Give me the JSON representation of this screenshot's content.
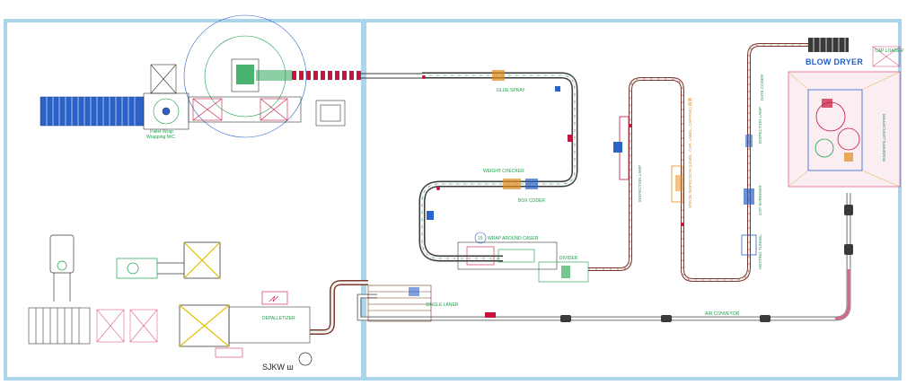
{
  "drawing": {
    "colors": {
      "frame": "#5aa9d6",
      "conveyor_dark": "#3a3a3a",
      "conveyor_red": "#c8143c",
      "conveyor_blue": "#2a62c8",
      "conveyor_green": "#1aa04a",
      "conveyor_orange": "#e08a1a",
      "conveyor_pink": "#e0608c",
      "label_green": "#1aa04a",
      "label_blue": "#1e5fc8"
    },
    "labels": {
      "pallet_wrap": "Pallet Wrap",
      "wrapping_mc": "Wrapping M/C",
      "glue_spray": "GLUE SPRAY",
      "weight_checker": "WEIGHT CHECKER",
      "box_coder": "BOX CODER",
      "wrap_around_caser_num": "15",
      "wrap_around_caser": "WRAP AROUND CASER",
      "divider": "DIVIDER",
      "single_laner": "SINGLE LANER",
      "air_conveyor": "AIR CONVEYOR",
      "depalletizer": "DEPALLETIZER",
      "blow_dryer": "BLOW DRYER",
      "cap_loader": "CAP LOADER",
      "date_coder": "DATE CODER",
      "inspection_lamp_right": "INSPECTION LAMP",
      "cap_shrinker": "CAP SHRINKER",
      "heating_tunnel": "HEATING TUNNEL",
      "inspection_lamp_left": "INSPECTION LAMP",
      "vision_cap": "VISION INSPECTION (LEVEL, CAP, LABEL, CAPPING) 檢測",
      "rinser_filler_capper": "RINSER/FILLER/CAPPER",
      "mirror_text": "SJKW ш"
    }
  }
}
